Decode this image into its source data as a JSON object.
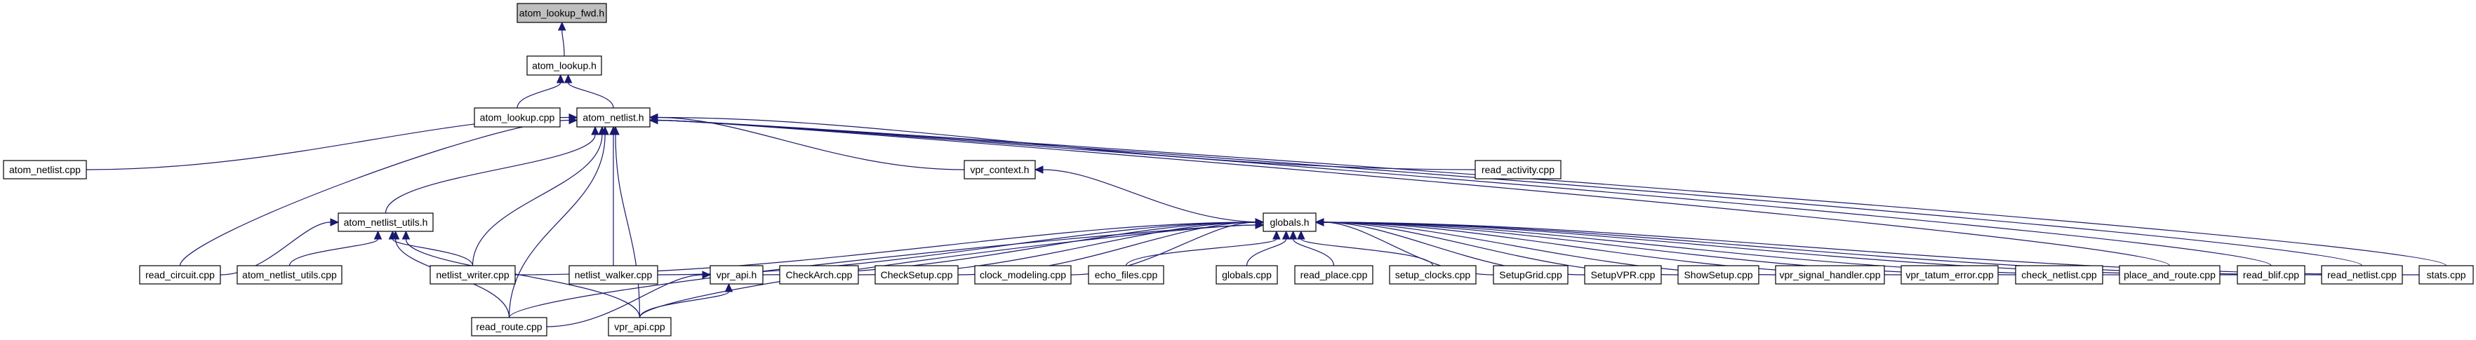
{
  "diagram": {
    "type": "include-dependency-graph",
    "colors": {
      "edge": "#191970",
      "root_fill": "#bfbfbf",
      "node_fill": "#ffffff",
      "node_border": "#000000"
    },
    "root": "atom_lookup_fwd.h",
    "nodes": [
      {
        "id": "atom_lookup_fwd",
        "label": "atom_lookup_fwd.h",
        "root": true
      },
      {
        "id": "atom_lookup_h",
        "label": "atom_lookup.h"
      },
      {
        "id": "atom_lookup_cpp",
        "label": "atom_lookup.cpp"
      },
      {
        "id": "atom_netlist_h",
        "label": "atom_netlist.h"
      },
      {
        "id": "atom_netlist_cpp",
        "label": "atom_netlist.cpp"
      },
      {
        "id": "vpr_context_h",
        "label": "vpr_context.h"
      },
      {
        "id": "read_activity_cpp",
        "label": "read_activity.cpp"
      },
      {
        "id": "atom_netlist_utils_h",
        "label": "atom_netlist_utils.h"
      },
      {
        "id": "globals_h",
        "label": "globals.h"
      },
      {
        "id": "read_circuit_cpp",
        "label": "read_circuit.cpp"
      },
      {
        "id": "atom_netlist_utils_cpp",
        "label": "atom_netlist_utils.cpp"
      },
      {
        "id": "netlist_writer_cpp",
        "label": "netlist_writer.cpp"
      },
      {
        "id": "netlist_walker_cpp",
        "label": "netlist_walker.cpp"
      },
      {
        "id": "vpr_api_h",
        "label": "vpr_api.h"
      },
      {
        "id": "CheckArch_cpp",
        "label": "CheckArch.cpp"
      },
      {
        "id": "CheckSetup_cpp",
        "label": "CheckSetup.cpp"
      },
      {
        "id": "clock_modeling_cpp",
        "label": "clock_modeling.cpp"
      },
      {
        "id": "echo_files_cpp",
        "label": "echo_files.cpp"
      },
      {
        "id": "globals_cpp",
        "label": "globals.cpp"
      },
      {
        "id": "read_place_cpp",
        "label": "read_place.cpp"
      },
      {
        "id": "setup_clocks_cpp",
        "label": "setup_clocks.cpp"
      },
      {
        "id": "SetupGrid_cpp",
        "label": "SetupGrid.cpp"
      },
      {
        "id": "SetupVPR_cpp",
        "label": "SetupVPR.cpp"
      },
      {
        "id": "ShowSetup_cpp",
        "label": "ShowSetup.cpp"
      },
      {
        "id": "vpr_signal_handler_cpp",
        "label": "vpr_signal_handler.cpp"
      },
      {
        "id": "vpr_tatum_error_cpp",
        "label": "vpr_tatum_error.cpp"
      },
      {
        "id": "check_netlist_cpp",
        "label": "check_netlist.cpp"
      },
      {
        "id": "place_and_route_cpp",
        "label": "place_and_route.cpp"
      },
      {
        "id": "read_blif_cpp",
        "label": "read_blif.cpp"
      },
      {
        "id": "read_netlist_cpp",
        "label": "read_netlist.cpp"
      },
      {
        "id": "stats_cpp",
        "label": "stats.cpp"
      },
      {
        "id": "read_route_cpp",
        "label": "read_route.cpp"
      },
      {
        "id": "vpr_api_cpp",
        "label": "vpr_api.cpp"
      }
    ],
    "edges": [
      {
        "from": "atom_lookup_h",
        "to": "atom_lookup_fwd"
      },
      {
        "from": "atom_lookup_cpp",
        "to": "atom_lookup_h"
      },
      {
        "from": "atom_netlist_h",
        "to": "atom_lookup_h"
      },
      {
        "from": "atom_netlist_cpp",
        "to": "atom_netlist_h"
      },
      {
        "from": "atom_netlist_utils_h",
        "to": "atom_netlist_h"
      },
      {
        "from": "read_circuit_cpp",
        "to": "atom_netlist_h"
      },
      {
        "from": "read_route_cpp",
        "to": "atom_netlist_h"
      },
      {
        "from": "netlist_writer_cpp",
        "to": "atom_netlist_h"
      },
      {
        "from": "vpr_api_cpp",
        "to": "atom_netlist_h"
      },
      {
        "from": "netlist_walker_cpp",
        "to": "atom_netlist_h"
      },
      {
        "from": "vpr_context_h",
        "to": "atom_netlist_h"
      },
      {
        "from": "read_activity_cpp",
        "to": "atom_netlist_h"
      },
      {
        "from": "place_and_route_cpp",
        "to": "atom_netlist_h"
      },
      {
        "from": "read_blif_cpp",
        "to": "atom_netlist_h"
      },
      {
        "from": "read_netlist_cpp",
        "to": "atom_netlist_h"
      },
      {
        "from": "stats_cpp",
        "to": "atom_netlist_h"
      },
      {
        "from": "read_circuit_cpp",
        "to": "atom_netlist_utils_h"
      },
      {
        "from": "atom_netlist_utils_cpp",
        "to": "atom_netlist_utils_h"
      },
      {
        "from": "read_route_cpp",
        "to": "atom_netlist_utils_h"
      },
      {
        "from": "vpr_api_cpp",
        "to": "atom_netlist_utils_h"
      },
      {
        "from": "netlist_writer_cpp",
        "to": "atom_netlist_utils_h"
      },
      {
        "from": "globals_h",
        "to": "vpr_context_h"
      },
      {
        "from": "netlist_writer_cpp",
        "to": "globals_h"
      },
      {
        "from": "netlist_walker_cpp",
        "to": "globals_h"
      },
      {
        "from": "read_route_cpp",
        "to": "globals_h"
      },
      {
        "from": "vpr_api_h",
        "to": "globals_h"
      },
      {
        "from": "CheckArch_cpp",
        "to": "globals_h"
      },
      {
        "from": "CheckSetup_cpp",
        "to": "globals_h"
      },
      {
        "from": "clock_modeling_cpp",
        "to": "globals_h"
      },
      {
        "from": "echo_files_cpp",
        "to": "globals_h"
      },
      {
        "from": "globals_cpp",
        "to": "globals_h"
      },
      {
        "from": "read_place_cpp",
        "to": "globals_h"
      },
      {
        "from": "setup_clocks_cpp",
        "to": "globals_h"
      },
      {
        "from": "SetupGrid_cpp",
        "to": "globals_h"
      },
      {
        "from": "SetupVPR_cpp",
        "to": "globals_h"
      },
      {
        "from": "ShowSetup_cpp",
        "to": "globals_h"
      },
      {
        "from": "vpr_signal_handler_cpp",
        "to": "globals_h"
      },
      {
        "from": "vpr_tatum_error_cpp",
        "to": "globals_h"
      },
      {
        "from": "check_netlist_cpp",
        "to": "globals_h"
      },
      {
        "from": "place_and_route_cpp",
        "to": "globals_h"
      },
      {
        "from": "read_blif_cpp",
        "to": "globals_h"
      },
      {
        "from": "read_netlist_cpp",
        "to": "globals_h"
      },
      {
        "from": "stats_cpp",
        "to": "globals_h"
      },
      {
        "from": "vpr_api_cpp",
        "to": "globals_h"
      },
      {
        "from": "read_route_cpp",
        "to": "vpr_api_h"
      },
      {
        "from": "vpr_api_cpp",
        "to": "vpr_api_h"
      }
    ]
  }
}
